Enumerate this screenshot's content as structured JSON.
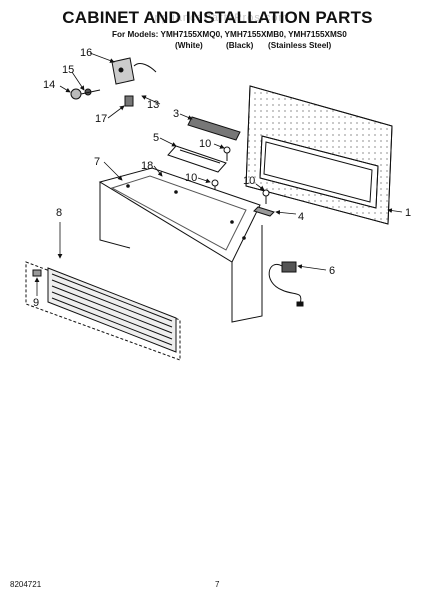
{
  "header": {
    "title": "CABINET AND INSTALLATION PARTS",
    "watermark": "AppliancePartsPros.com",
    "models_line": "For Models: YMH7155XMQ0, YMH7155XMB0, YMH7155XMS0",
    "variants": [
      "(White)",
      "(Black)",
      "(Stainless Steel)"
    ]
  },
  "callouts": {
    "c1": "1",
    "c3": "3",
    "c4": "4",
    "c5": "5",
    "c6": "6",
    "c7": "7",
    "c8": "8",
    "c9": "9",
    "c10a": "10",
    "c10b": "10",
    "c10c": "10",
    "c13": "13",
    "c14": "14",
    "c15": "15",
    "c16": "16",
    "c17": "17",
    "c18": "18"
  },
  "footer": {
    "part_number": "8204721",
    "page_number": "7"
  }
}
